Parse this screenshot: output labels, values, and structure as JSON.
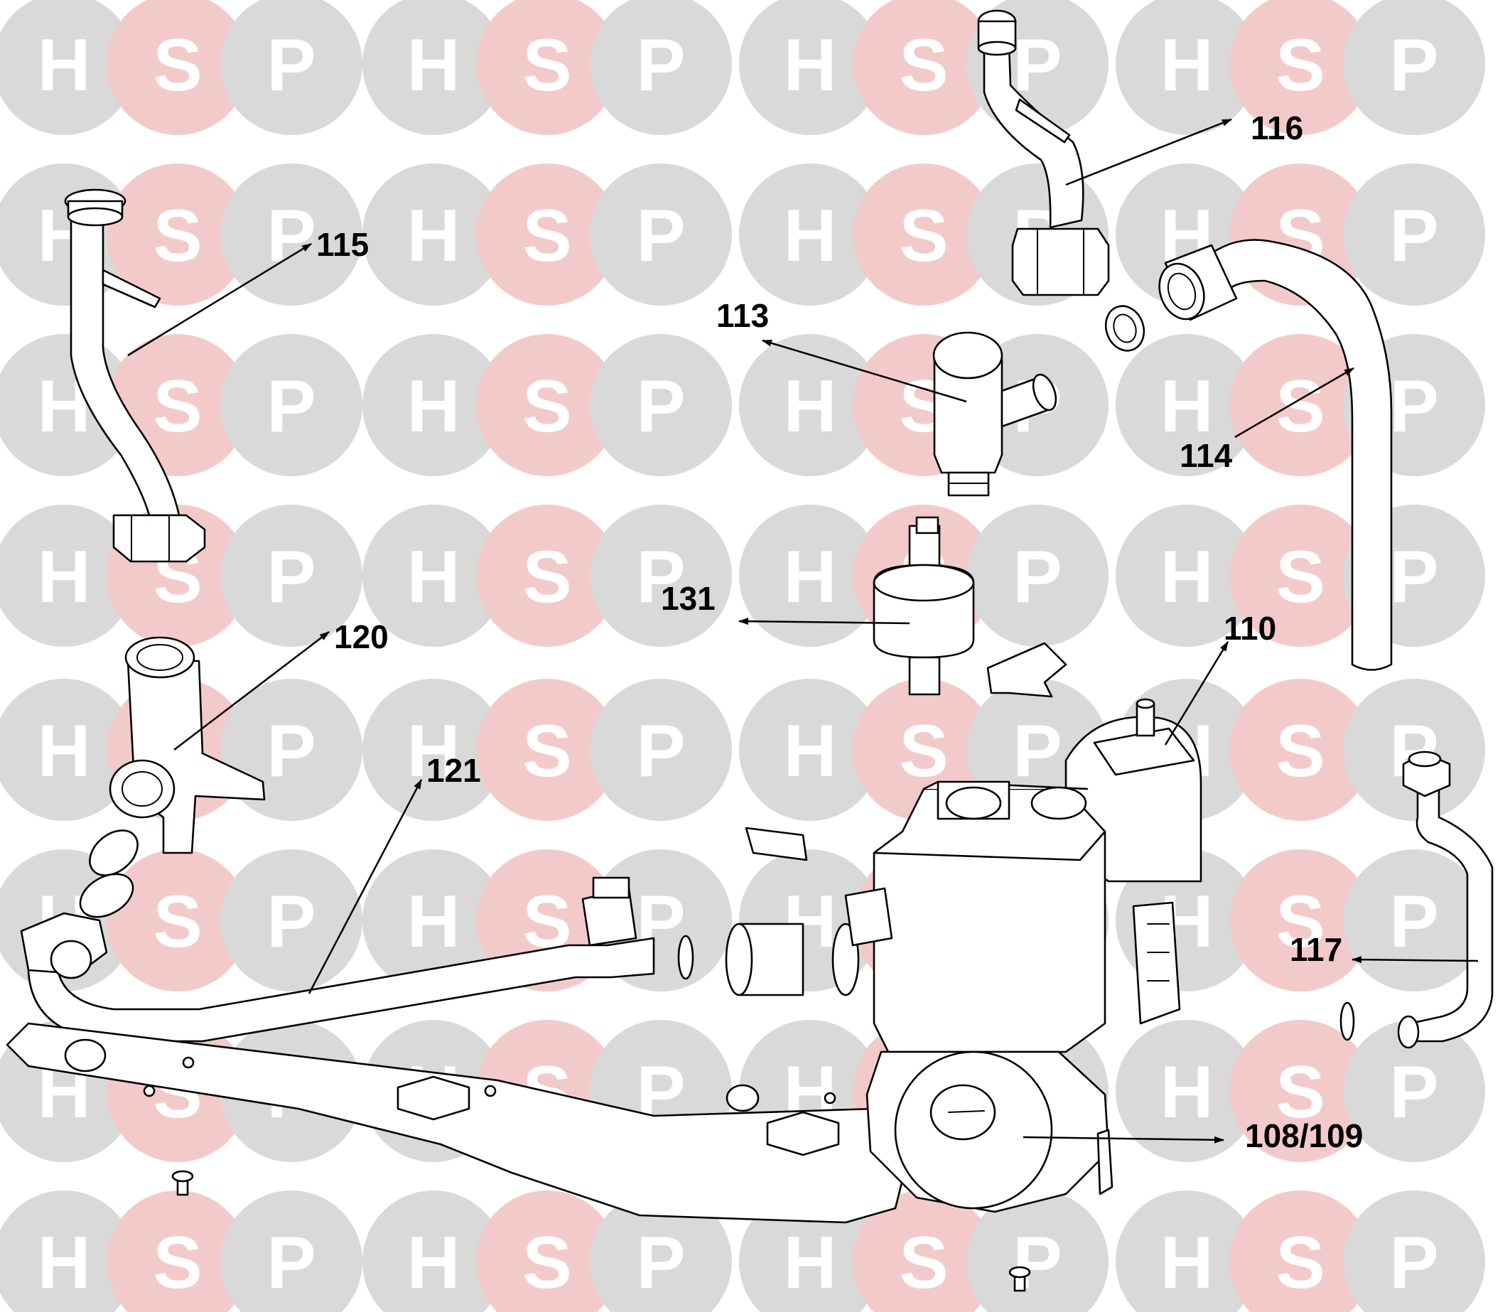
{
  "watermark": {
    "letters": [
      "H",
      "S",
      "P"
    ],
    "colors": {
      "h": "#d9d9d9",
      "s": "#f3caca",
      "p": "#d9d9d9"
    }
  },
  "callouts": [
    {
      "id": "116",
      "label": "116"
    },
    {
      "id": "115",
      "label": "115"
    },
    {
      "id": "113",
      "label": "113"
    },
    {
      "id": "114",
      "label": "114"
    },
    {
      "id": "131",
      "label": "131"
    },
    {
      "id": "110",
      "label": "110"
    },
    {
      "id": "120",
      "label": "120"
    },
    {
      "id": "121",
      "label": "121"
    },
    {
      "id": "117",
      "label": "117"
    },
    {
      "id": "108-109",
      "label": "108/109"
    }
  ]
}
